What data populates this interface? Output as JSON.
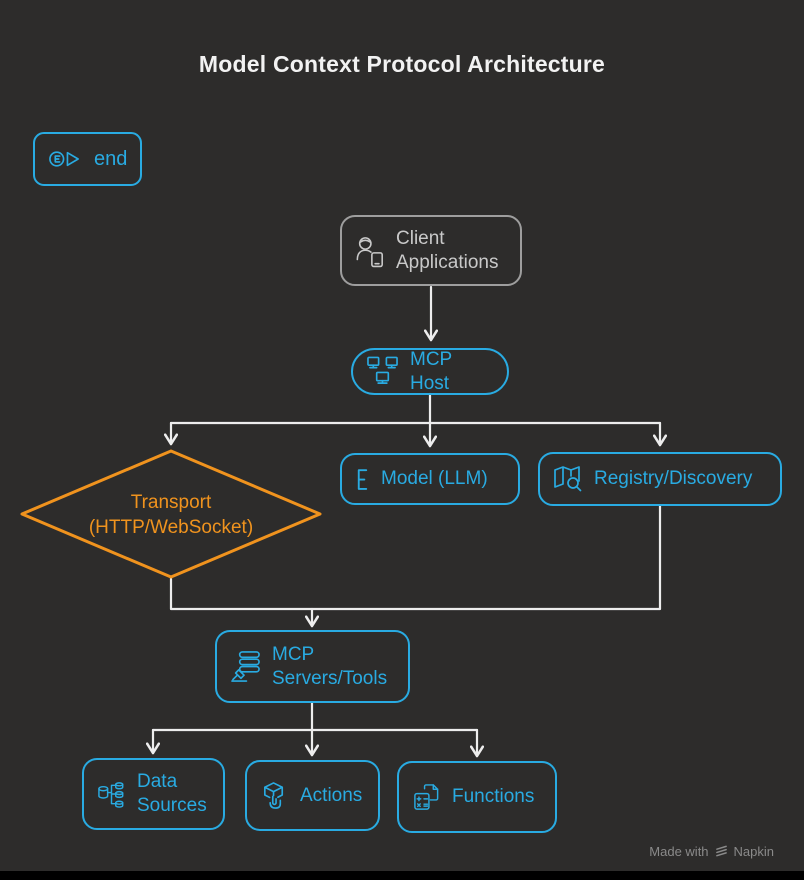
{
  "title": "Model Context Protocol Architecture",
  "colors": {
    "background": "#2d2c2b",
    "accent_cyan": "#29abe2",
    "accent_orange": "#f0931e",
    "connector_white": "#ededed",
    "neutral_border": "#9e9e9e",
    "neutral_text": "#c9c9c9",
    "watermark_gray": "#8a8a8a"
  },
  "nodes": {
    "end": {
      "label": "end",
      "icon": "circled-e-play-icon"
    },
    "client_applications": {
      "label": "Client Applications",
      "icon": "person-device-icon"
    },
    "mcp_host": {
      "label": "MCP Host",
      "icon": "networked-computers-icon"
    },
    "transport": {
      "lines": [
        "Transport",
        "(HTTP/WebSocket)"
      ],
      "shape": "diamond"
    },
    "model_llm": {
      "label": "Model (LLM)",
      "icon": "e-bracket-icon"
    },
    "registry_discovery": {
      "label": "Registry/Discovery",
      "icon": "map-search-icon"
    },
    "mcp_servers_tools": {
      "label": "MCP Servers/Tools",
      "icon": "server-stack-hammer-icon"
    },
    "data_sources": {
      "label": "Data Sources",
      "icon": "database-tree-icon"
    },
    "actions": {
      "label": "Actions",
      "icon": "cube-hand-icon"
    },
    "functions": {
      "label": "Functions",
      "icon": "calculator-document-icon"
    }
  },
  "watermark": {
    "prefix": "Made with",
    "brand": "Napkin"
  }
}
